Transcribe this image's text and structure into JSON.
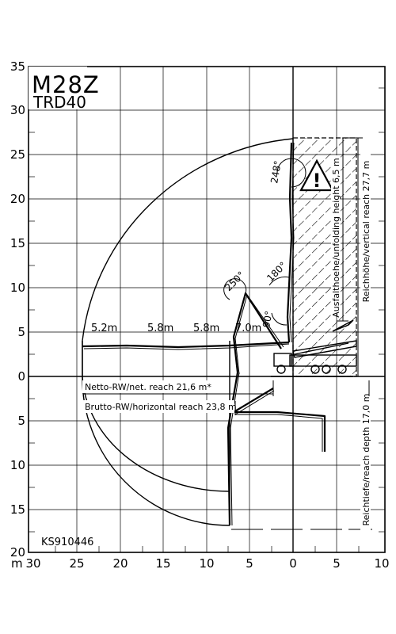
{
  "title": {
    "model": "M28Z",
    "variant": "TRD40"
  },
  "code": "KS910446",
  "axis": {
    "unit": "m",
    "y_ticks": [
      "35",
      "30",
      "25",
      "20",
      "15",
      "10",
      "5",
      "0",
      "5",
      "10",
      "15",
      "20"
    ],
    "x_ticks": [
      "30",
      "25",
      "20",
      "15",
      "10",
      "5",
      "0",
      "5",
      "10"
    ]
  },
  "sections": [
    "5.2m",
    "5.8m",
    "5.8m",
    "7.0m"
  ],
  "angles": [
    "248°",
    "250°",
    "180°",
    "90°"
  ],
  "reach": {
    "net": "Netto-RW/net. reach 21,6 m*",
    "horizontal": "Brutto-RW/horizontal reach 23,8 m",
    "unfolding": "Ausfalthoehe/unfolding height 6,5 m",
    "vertical": "Reichhöhe/vertical reach 27,7 m",
    "depth": "Reichtiefe/reach depth 17,0 m"
  },
  "colors": {
    "ink": "#000000",
    "paper": "#ffffff"
  },
  "icons": {
    "warning": "warning-triangle-icon"
  }
}
